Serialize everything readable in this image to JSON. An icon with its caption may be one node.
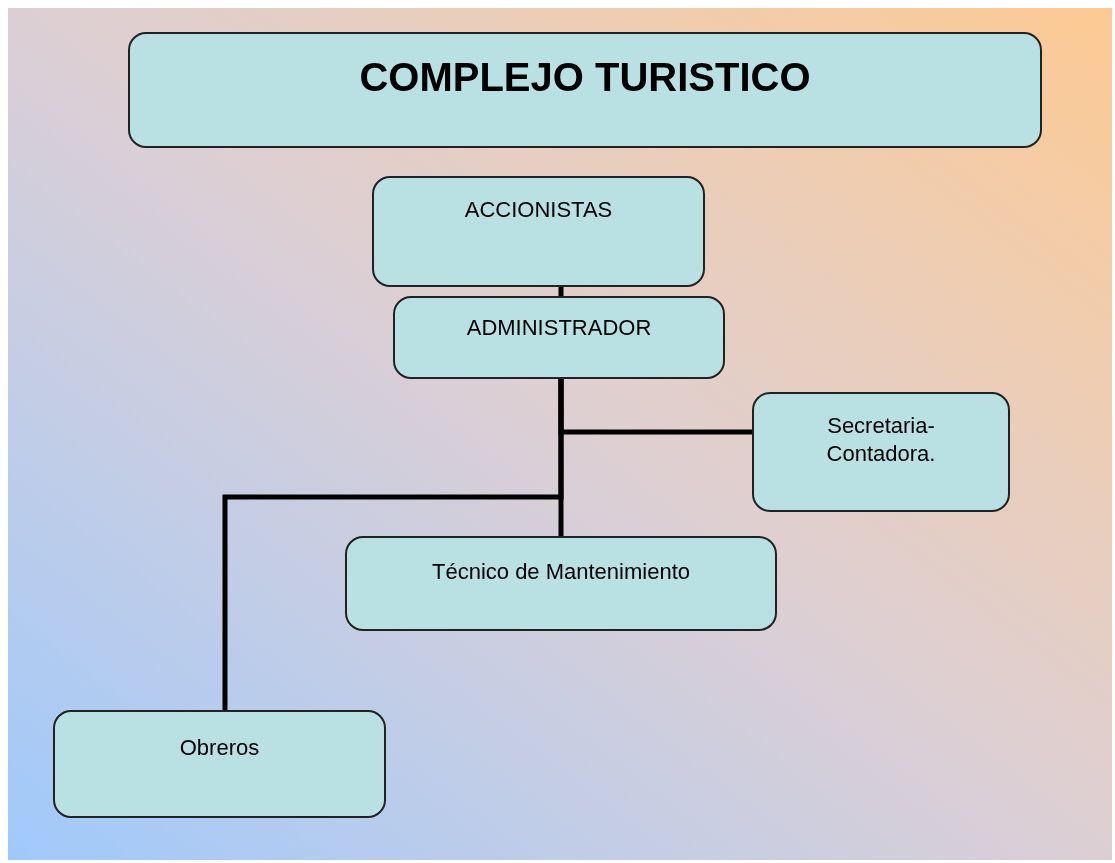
{
  "diagram": {
    "nodes": [
      {
        "text": [
          "COMPLEJO TURISTICO"
        ]
      },
      {
        "text": [
          "ACCIONISTAS"
        ]
      },
      {
        "text": [
          "ADMINISTRADOR"
        ]
      },
      {
        "text": [
          "Secretaria- Contadora."
        ]
      },
      {
        "text": [
          "Técnico de Mantenimiento"
        ]
      },
      {
        "text": [
          "Obreros"
        ]
      }
    ],
    "edges": [
      {
        "from": 1,
        "to": 2,
        "arrow": "none"
      },
      {
        "from": 2,
        "to": 3,
        "arrow": "none"
      },
      {
        "from": 2,
        "to": 4,
        "arrow": "none"
      },
      {
        "from": 2,
        "to": 5,
        "arrow": "none"
      }
    ]
  }
}
